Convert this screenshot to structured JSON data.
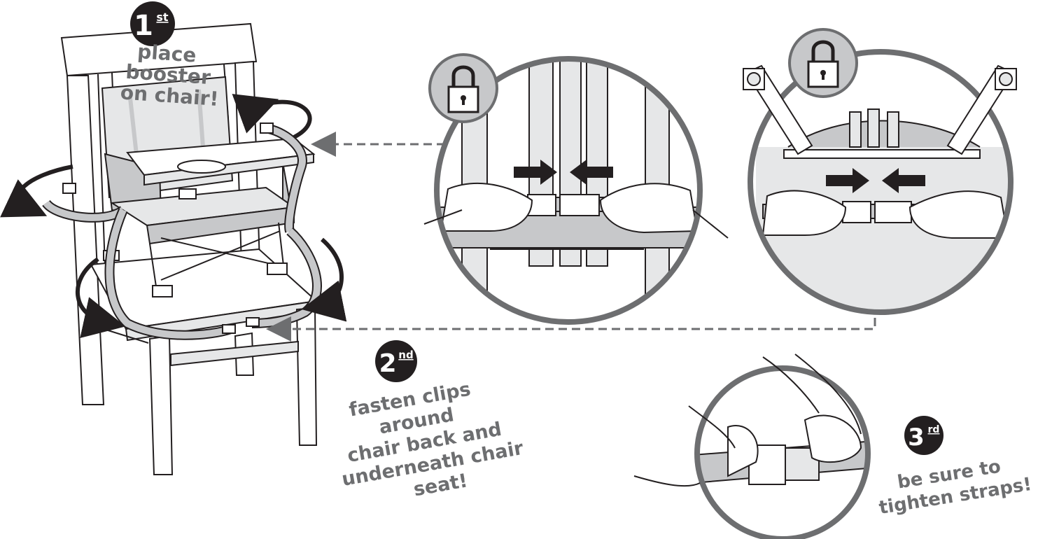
{
  "colors": {
    "label_gray": "#6d6e70",
    "badge_dark": "#231f20",
    "circle_ring": "#6d6e70",
    "fill_light": "#e6e7e8",
    "fill_mid": "#c7c8ca",
    "line": "#231f20"
  },
  "steps": [
    {
      "number": "1",
      "suffix": "st",
      "lines": [
        "place",
        "booster",
        "on chair!"
      ]
    },
    {
      "number": "2",
      "suffix": "nd",
      "lines": [
        "fasten clips",
        "around",
        "chair back and",
        "underneath chair",
        "seat!"
      ]
    },
    {
      "number": "3",
      "suffix": "rd",
      "lines": [
        "be sure to",
        "tighten straps!"
      ]
    }
  ],
  "icons": [
    "padlock-icon",
    "padlock-icon",
    "arrow-right-icon",
    "arrow-left-icon",
    "rotate-arrow-icon"
  ]
}
